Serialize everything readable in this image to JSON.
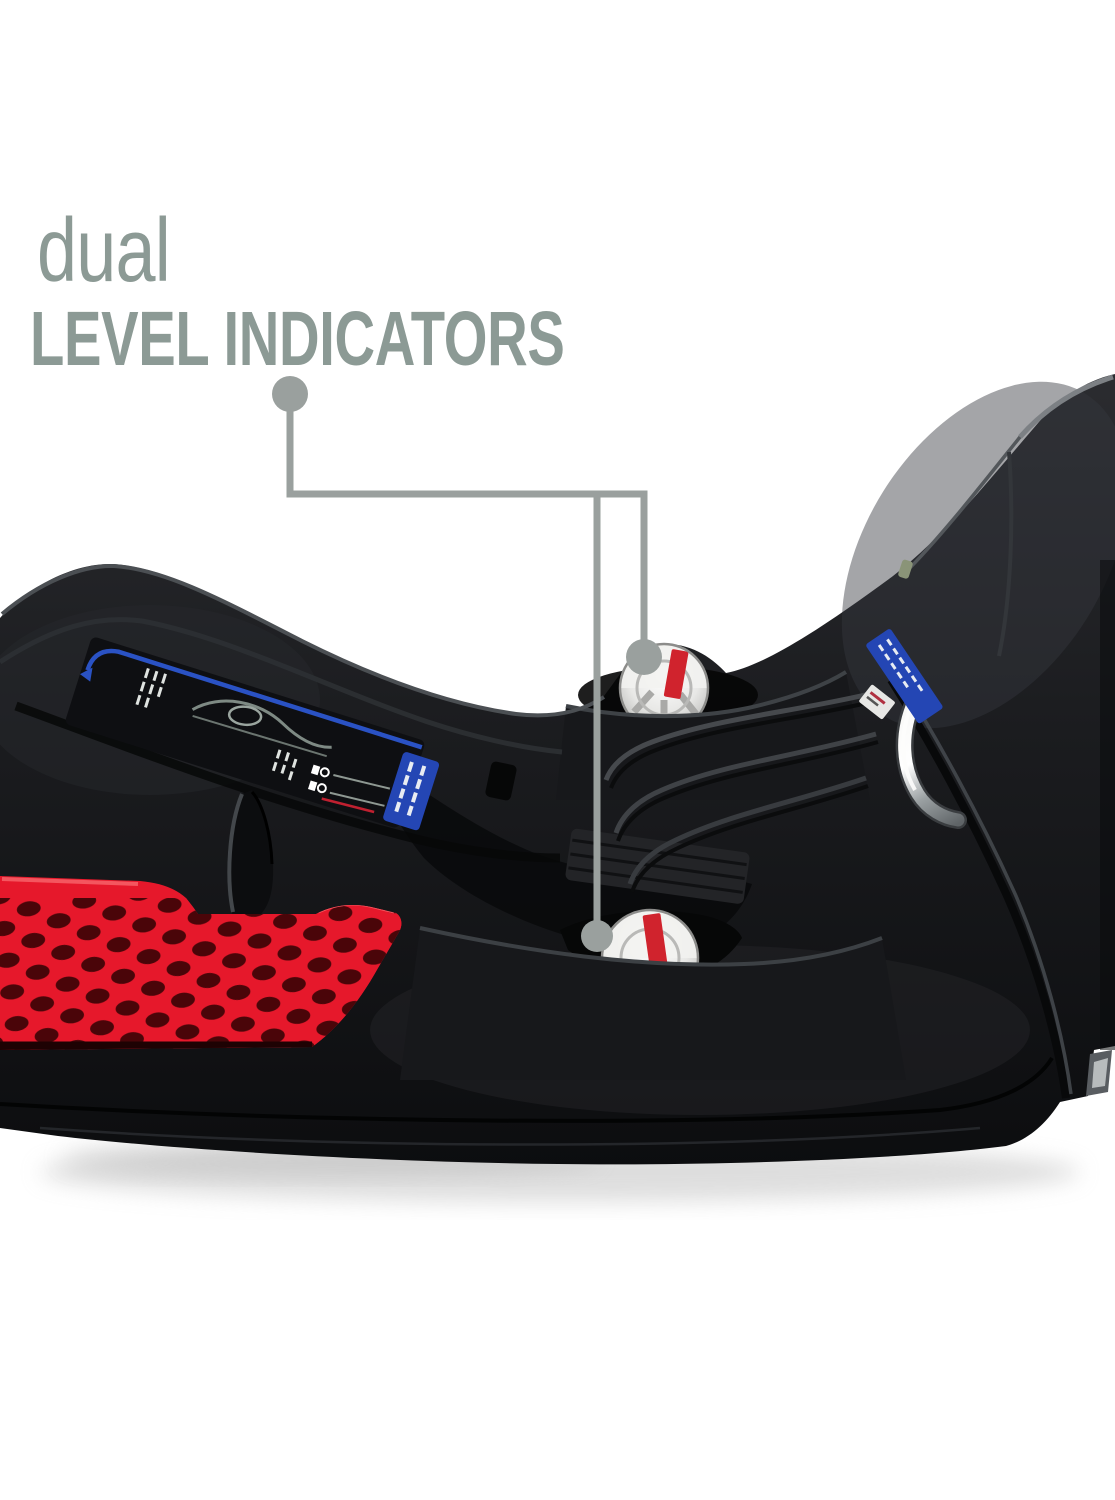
{
  "background_color": "#ffffff",
  "annotation": {
    "line1": "dual",
    "line2": "LEVEL INDICATORS",
    "text_color": "#8c9a95",
    "connector_color": "#9aa09e",
    "connector_targets": [
      "upper-level-indicator",
      "lower-level-indicator"
    ]
  },
  "product": {
    "description": "Side profile photo of a black infant car-seat base with red honeycomb grip tread, blue installation labels, a chrome latch hook and two silver level-indicator dials with red stripes",
    "body_color": "#1b1c1f",
    "grip_color": "#e6182b",
    "grip_hole_color": "#4a0509",
    "label_accent_color": "#2a52c4",
    "label_tag_color": "#2446b4",
    "indicator_face_color": "#e8e8e6",
    "indicator_stripe_color": "#d0232d",
    "chrome_color": "#c9cdcf"
  }
}
